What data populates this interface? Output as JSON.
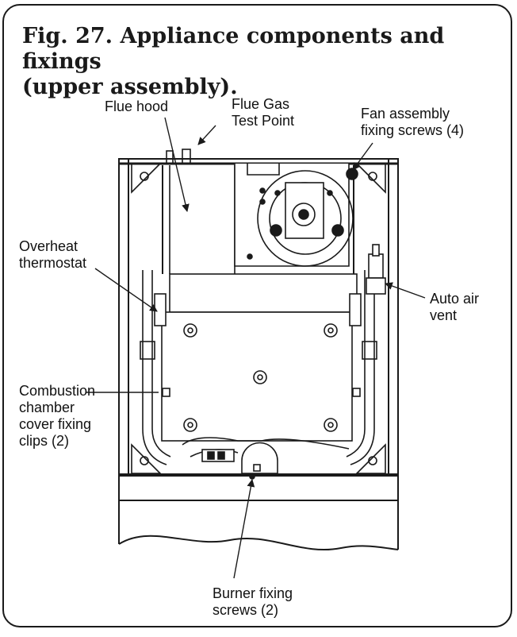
{
  "figure": {
    "title_line1": "Fig. 27. Appliance components and fixings",
    "title_line2": "(upper assembly)."
  },
  "labels": {
    "flue_hood": "Flue hood",
    "flue_gas_test_point_l1": "Flue Gas",
    "flue_gas_test_point_l2": "Test Point",
    "fan_assembly_l1": "Fan assembly",
    "fan_assembly_l2": "fixing screws (4)",
    "overheat_l1": "Overheat",
    "overheat_l2": "thermostat",
    "auto_air_vent_l1": "Auto air",
    "auto_air_vent_l2": "vent",
    "combustion_l1": "Combustion",
    "combustion_l2": "chamber",
    "combustion_l3": "cover fixing",
    "combustion_l4": "clips (2)",
    "burner_l1": "Burner fixing",
    "burner_l2": "screws (2)"
  },
  "colors": {
    "line": "#1a1a1a",
    "panel": "#ffffff"
  }
}
